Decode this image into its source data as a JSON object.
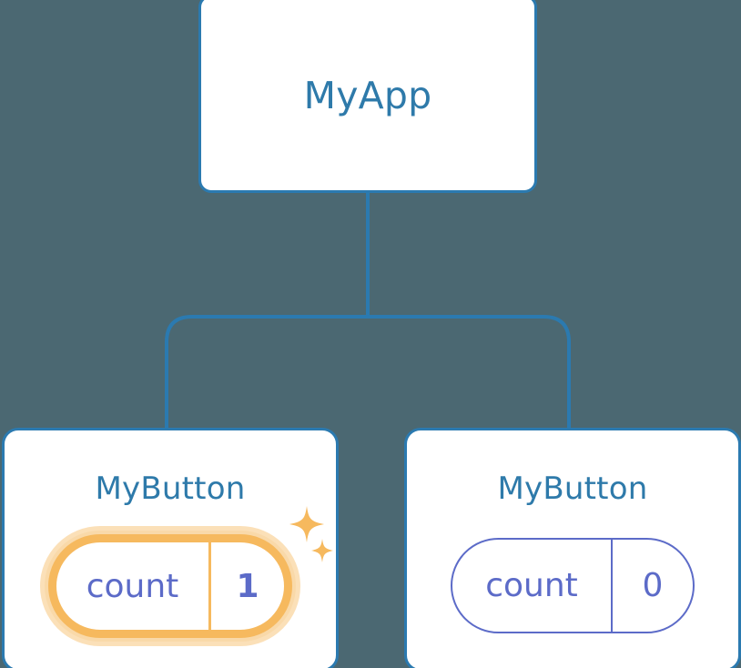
{
  "diagram": {
    "type": "component-tree",
    "background_color": "#4b6872",
    "edge_color": "#2b7ab0",
    "node_border_color": "#2b7ab0",
    "node_title_color": "#2e7aaa",
    "node_fill_color": "#ffffff",
    "state_color": "#5c6bc8",
    "highlight_color": "#f6b95e",
    "highlight_glow_color": "#f9d9a9"
  },
  "root": {
    "title": "MyApp"
  },
  "children": [
    {
      "title": "MyButton",
      "state": {
        "key": "count",
        "value": "1"
      },
      "highlighted": "true",
      "sparkle_icons": [
        "sparkle-large",
        "sparkle-small"
      ]
    },
    {
      "title": "MyButton",
      "state": {
        "key": "count",
        "value": "0"
      },
      "highlighted": "false"
    }
  ]
}
